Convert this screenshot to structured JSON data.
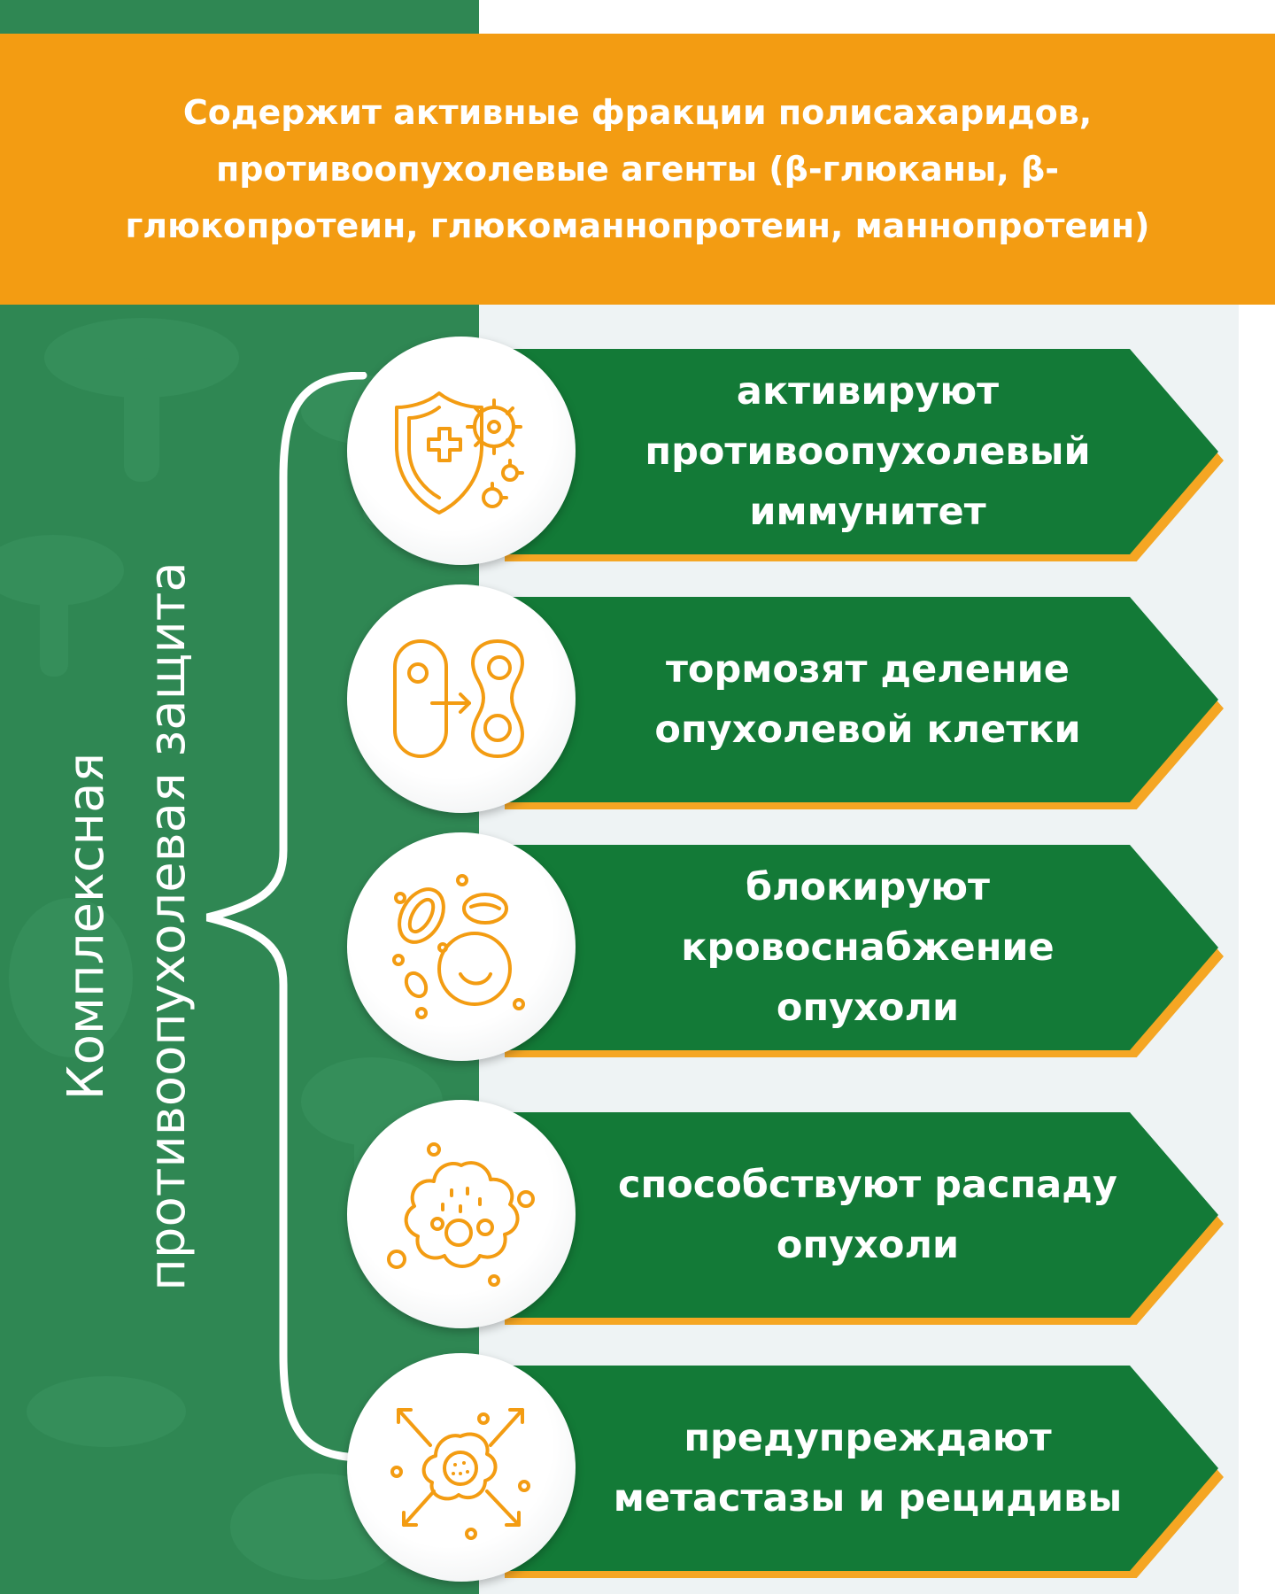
{
  "header": {
    "text": "Содержит активные фракции полисахаридов, противоопухолевые агенты (β-глюканы, β-глюкопротеин, глюкоманнопротеин, маннопротеин)"
  },
  "side_title": {
    "line1": "Комплексная",
    "line2": "противоопухолевая защита"
  },
  "items": [
    {
      "text": "активируют противоопухолевый иммунитет",
      "icon": "shield-virus-icon"
    },
    {
      "text": "тормозят деление опухолевой клетки",
      "icon": "cell-division-icon"
    },
    {
      "text": "блокируют кровоснабжение опухоли",
      "icon": "blood-cells-icon"
    },
    {
      "text": "способствуют распаду опухоли",
      "icon": "tumor-breakdown-icon"
    },
    {
      "text": "предупреждают метастазы и рецидивы",
      "icon": "metastasis-icon"
    }
  ],
  "colors": {
    "green": "#2f8753",
    "banner_green": "#137a37",
    "orange": "#f39c12",
    "light_bg": "#eef3f4"
  }
}
